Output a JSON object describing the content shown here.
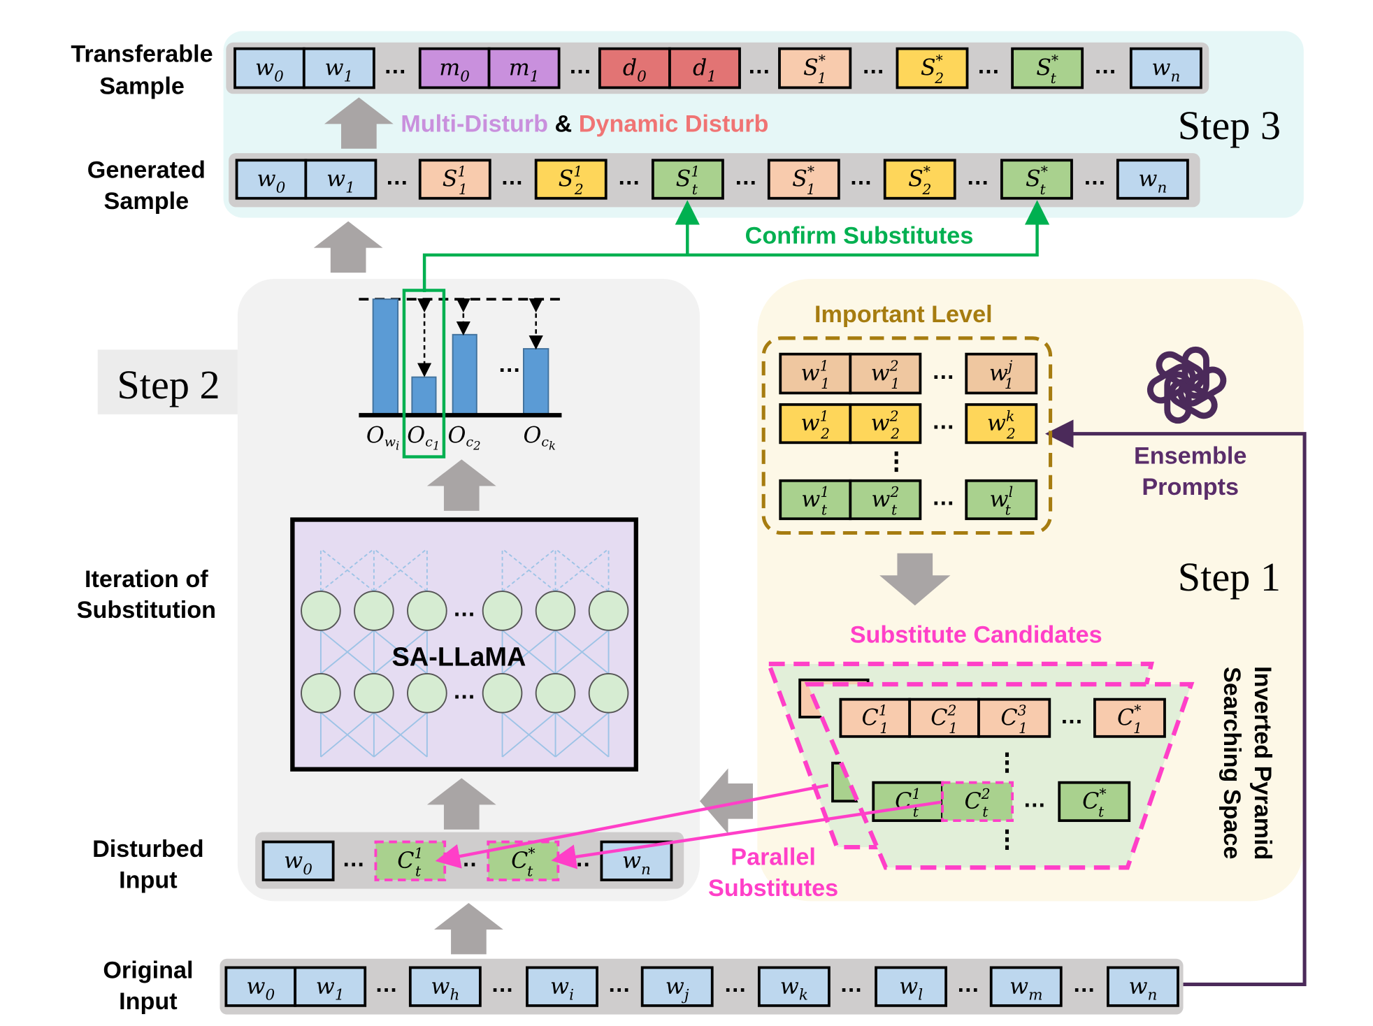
{
  "colors": {
    "blue_token": "#bdd7ee",
    "purple_token": "#c990dd",
    "red_token": "#e27474",
    "peach_token": "#f8cbad",
    "yellow_token": "#fed65a",
    "green_token": "#a9d18e",
    "tan_token": "#efc7a0",
    "arrow_gray": "#a9a5a5",
    "confirm_green": "#00b050",
    "pink": "#ff3fc8",
    "ensemble_purple": "#5a2d6a",
    "important_gold": "#a67c10",
    "bar_blue": "#5b9bd5"
  },
  "labels": {
    "transferable": [
      "Transferable",
      "Sample"
    ],
    "generated": [
      "Generated",
      "Sample"
    ],
    "iteration": [
      "Iteration of",
      "Substitution"
    ],
    "disturbed": [
      "Disturbed",
      "Input"
    ],
    "original": [
      "Original",
      "Input"
    ]
  },
  "steps": {
    "step1": "Step 1",
    "step2": "Step 2",
    "step3": "Step 3"
  },
  "disturb_caption": {
    "multi": "Multi-Disturb",
    "amp": " & ",
    "dynamic": "Dynamic Disturb"
  },
  "confirm_label": "Confirm Substitutes",
  "important_level": "Important Level",
  "ensemble_prompts": [
    "Ensemble",
    "Prompts"
  ],
  "substitute_candidates": "Substitute Candidates",
  "parallel_substitutes": [
    "Parallel",
    "Substitutes"
  ],
  "pyramid_label": [
    "Inverted Pyramid",
    "Searching Space"
  ],
  "model_name": "SA-LLaMA",
  "ellipsis": "…",
  "bar_labels": [
    {
      "base": "O",
      "sub": "w",
      "subsub": "i"
    },
    {
      "base": "O",
      "sub": "c",
      "subsub": "1"
    },
    {
      "base": "O",
      "sub": "c",
      "subsub": "2"
    },
    {
      "base": "O",
      "sub": "c",
      "subsub": "k"
    }
  ],
  "rows": {
    "transferable": [
      {
        "base": "w",
        "sub": "0",
        "sup": "",
        "color": "blue"
      },
      {
        "base": "w",
        "sub": "1",
        "sup": "",
        "color": "blue"
      },
      {
        "dots": true
      },
      {
        "base": "m",
        "sub": "0",
        "sup": "",
        "color": "purple"
      },
      {
        "base": "m",
        "sub": "1",
        "sup": "",
        "color": "purple"
      },
      {
        "dots": true
      },
      {
        "base": "d",
        "sub": "0",
        "sup": "",
        "color": "red"
      },
      {
        "base": "d",
        "sub": "1",
        "sup": "",
        "color": "red"
      },
      {
        "dots": true
      },
      {
        "base": "S",
        "sub": "1",
        "sup": "*",
        "color": "peach"
      },
      {
        "dots": true
      },
      {
        "base": "S",
        "sub": "2",
        "sup": "*",
        "color": "yellow"
      },
      {
        "dots": true
      },
      {
        "base": "S",
        "sub": "t",
        "sup": "*",
        "color": "green"
      },
      {
        "dots": true
      },
      {
        "base": "w",
        "sub": "n",
        "sup": "",
        "color": "blue"
      }
    ],
    "generated": [
      {
        "base": "w",
        "sub": "0",
        "sup": "",
        "color": "blue"
      },
      {
        "base": "w",
        "sub": "1",
        "sup": "",
        "color": "blue"
      },
      {
        "dots": true
      },
      {
        "base": "S",
        "sub": "1",
        "sup": "1",
        "color": "peach"
      },
      {
        "dots": true
      },
      {
        "base": "S",
        "sub": "2",
        "sup": "1",
        "color": "yellow"
      },
      {
        "dots": true
      },
      {
        "base": "S",
        "sub": "t",
        "sup": "1",
        "color": "green"
      },
      {
        "dots": true
      },
      {
        "base": "S",
        "sub": "1",
        "sup": "*",
        "color": "peach"
      },
      {
        "dots": true
      },
      {
        "base": "S",
        "sub": "2",
        "sup": "*",
        "color": "yellow"
      },
      {
        "dots": true
      },
      {
        "base": "S",
        "sub": "t",
        "sup": "*",
        "color": "green"
      },
      {
        "dots": true
      },
      {
        "base": "w",
        "sub": "n",
        "sup": "",
        "color": "blue"
      }
    ],
    "original": [
      {
        "base": "w",
        "sub": "0",
        "sup": "",
        "color": "blue"
      },
      {
        "base": "w",
        "sub": "1",
        "sup": "",
        "color": "blue"
      },
      {
        "dots": true
      },
      {
        "base": "w",
        "sub": "h",
        "sup": "",
        "color": "blue"
      },
      {
        "dots": true
      },
      {
        "base": "w",
        "sub": "i",
        "sup": "",
        "color": "blue"
      },
      {
        "dots": true
      },
      {
        "base": "w",
        "sub": "j",
        "sup": "",
        "color": "blue"
      },
      {
        "dots": true
      },
      {
        "base": "w",
        "sub": "k",
        "sup": "",
        "color": "blue"
      },
      {
        "dots": true
      },
      {
        "base": "w",
        "sub": "l",
        "sup": "",
        "color": "blue"
      },
      {
        "dots": true
      },
      {
        "base": "w",
        "sub": "m",
        "sup": "",
        "color": "blue"
      },
      {
        "dots": true
      },
      {
        "base": "w",
        "sub": "n",
        "sup": "",
        "color": "blue"
      }
    ],
    "disturbed": [
      {
        "base": "w",
        "sub": "0",
        "sup": "",
        "color": "blue"
      },
      {
        "dots": true
      },
      {
        "base": "C",
        "sub": "t",
        "sup": "1",
        "color": "green",
        "dashed": true
      },
      {
        "dots": true
      },
      {
        "base": "C",
        "sub": "t",
        "sup": "*",
        "color": "green",
        "dashed": true
      },
      {
        "dots": true
      },
      {
        "base": "w",
        "sub": "n",
        "sup": "",
        "color": "blue"
      }
    ],
    "important1": [
      {
        "base": "w",
        "sub": "1",
        "sup": "1",
        "color": "tan"
      },
      {
        "base": "w",
        "sub": "1",
        "sup": "2",
        "color": "tan"
      },
      {
        "dots": true
      },
      {
        "base": "w",
        "sub": "1",
        "sup": "j",
        "color": "tan"
      }
    ],
    "important2": [
      {
        "base": "w",
        "sub": "2",
        "sup": "1",
        "color": "yellow"
      },
      {
        "base": "w",
        "sub": "2",
        "sup": "2",
        "color": "yellow"
      },
      {
        "dots": true
      },
      {
        "base": "w",
        "sub": "2",
        "sup": "k",
        "color": "yellow"
      }
    ],
    "important3": [
      {
        "base": "w",
        "sub": "t",
        "sup": "1",
        "color": "green"
      },
      {
        "base": "w",
        "sub": "t",
        "sup": "2",
        "color": "green"
      },
      {
        "dots": true
      },
      {
        "base": "w",
        "sub": "t",
        "sup": "l",
        "color": "green"
      }
    ],
    "candidates1": [
      {
        "base": "C",
        "sub": "1",
        "sup": "1",
        "color": "peach"
      },
      {
        "base": "C",
        "sub": "1",
        "sup": "2",
        "color": "peach"
      },
      {
        "base": "C",
        "sub": "1",
        "sup": "3",
        "color": "peach"
      },
      {
        "dots": true
      },
      {
        "base": "C",
        "sub": "1",
        "sup": "*",
        "color": "peach"
      }
    ],
    "candidates_t": [
      {
        "base": "C",
        "sub": "t",
        "sup": "1",
        "color": "green"
      },
      {
        "base": "C",
        "sub": "t",
        "sup": "2",
        "color": "green",
        "dashed": true
      },
      {
        "dots": true
      },
      {
        "base": "C",
        "sub": "t",
        "sup": "*",
        "color": "green"
      }
    ]
  }
}
